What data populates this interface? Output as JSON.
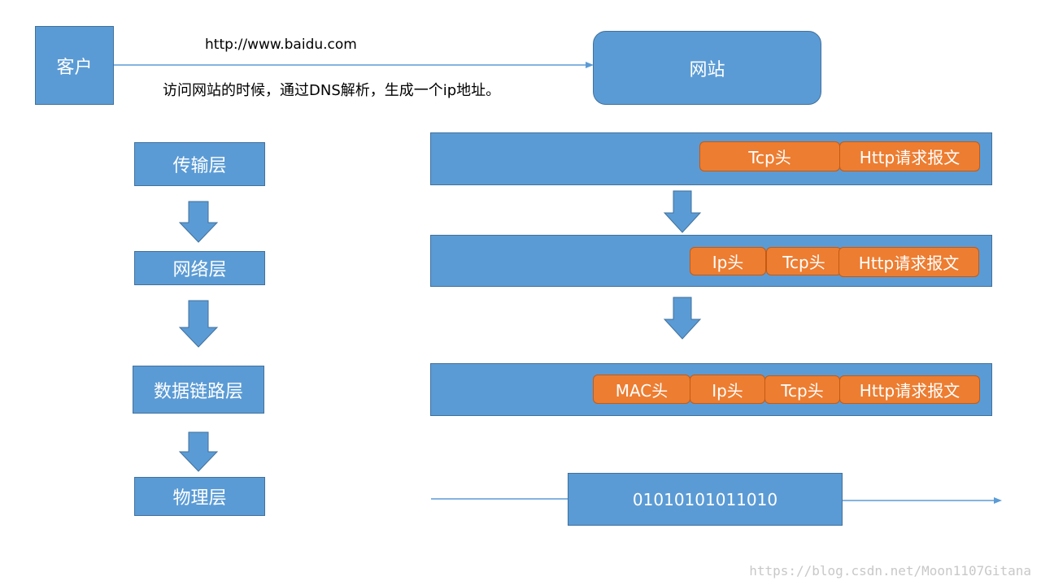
{
  "client": {
    "label": "客户"
  },
  "website": {
    "label": "网站"
  },
  "request": {
    "url": "http://www.baidu.com",
    "note": "访问网站的时候，通过DNS解析，生成一个ip地址。"
  },
  "layers": [
    {
      "label": "传输层"
    },
    {
      "label": "网络层"
    },
    {
      "label": "数据链路层"
    },
    {
      "label": "物理层"
    }
  ],
  "packets": {
    "transport": {
      "tcp": "Tcp头",
      "http": "Http请求报文"
    },
    "network": {
      "ip": "Ip头",
      "tcp": "Tcp头",
      "http": "Http请求报文"
    },
    "datalink": {
      "mac": "MAC头",
      "ip": "Ip头",
      "tcp": "Tcp头",
      "http": "Http请求报文"
    },
    "physical": {
      "bits": "01010101011010"
    }
  },
  "watermark": "https://blog.csdn.net/Moon1107Gitana",
  "colors": {
    "blue": "#5b9bd5",
    "blue_border": "#41719c",
    "orange": "#ed7d31",
    "orange_border": "#c55a11"
  }
}
